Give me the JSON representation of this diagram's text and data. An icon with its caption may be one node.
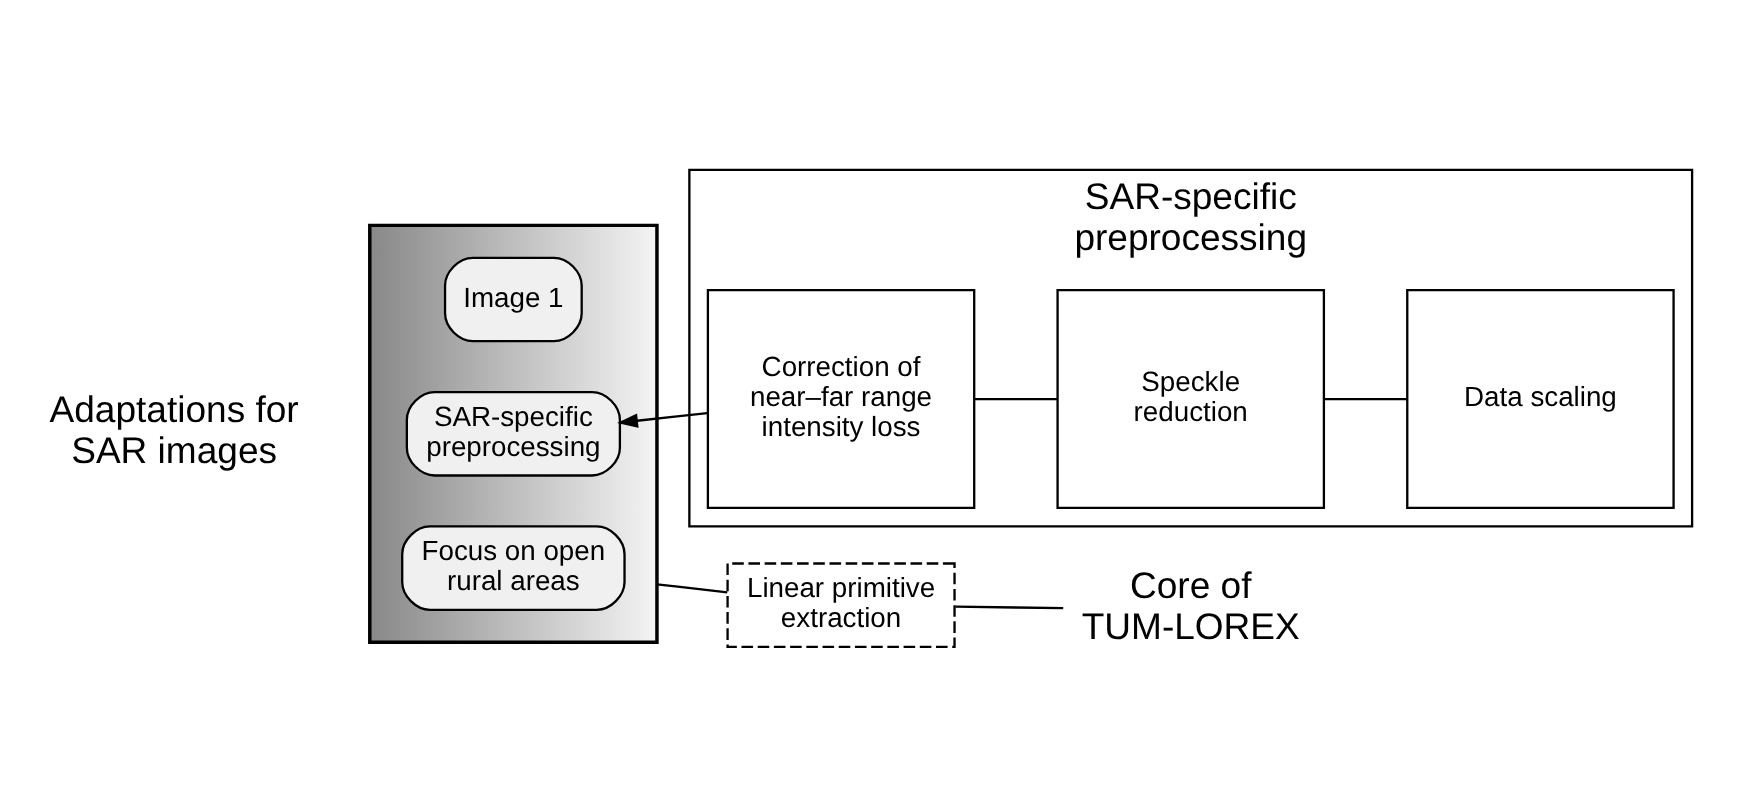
{
  "diagram": {
    "nodes": [
      {
        "text": [],
        "shape": "box",
        "beside": [
          "Adaptations for SAR images"
        ]
      },
      {
        "text": [
          "Image 1"
        ],
        "in": 0
      },
      {
        "text": [
          "SAR-specific preprocessing"
        ],
        "in": 0
      },
      {
        "text": [
          "Focus on open rural areas"
        ],
        "in": 0
      },
      {
        "text": [
          "SAR-specific preprocessing"
        ]
      },
      {
        "text": [
          "Correction of near–far range intensity loss"
        ],
        "in": 4
      },
      {
        "text": [
          "Speckle reduction"
        ],
        "in": 4
      },
      {
        "text": [
          "Data scaling"
        ],
        "in": 4
      },
      {
        "text": [
          "Linear primitive extraction"
        ]
      },
      {
        "text": [
          "Core of TUM-LOREX"
        ]
      }
    ],
    "edges": [
      {
        "from": 5,
        "to": 2,
        "arrow": "to"
      },
      {
        "from": 5,
        "to": 6,
        "arrow": "none"
      },
      {
        "from": 6,
        "to": 7,
        "arrow": "none"
      },
      {
        "from": 0,
        "to": 8,
        "arrow": "none"
      },
      {
        "from": 8,
        "to": 9,
        "arrow": "none"
      }
    ]
  }
}
